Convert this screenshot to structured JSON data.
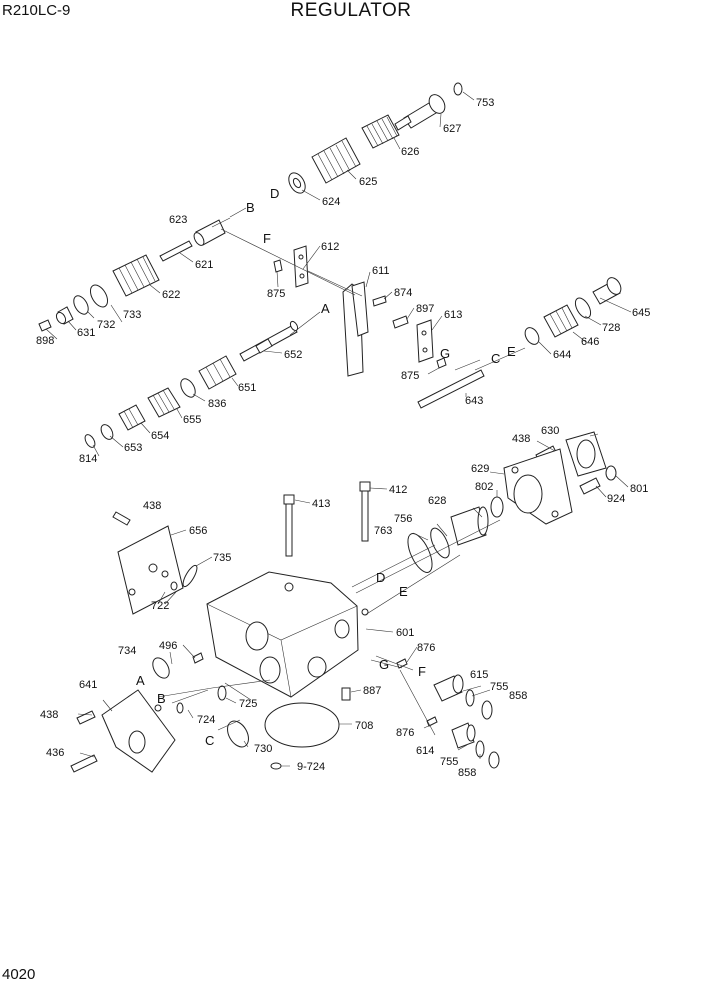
{
  "header": {
    "model": "R210LC-9",
    "title": "REGULATOR"
  },
  "footer": {
    "page_number": "4020"
  },
  "callouts": [
    "753",
    "627",
    "626",
    "625",
    "624",
    "623",
    "621",
    "622",
    "733",
    "732",
    "631",
    "898",
    "612",
    "875",
    "611",
    "874",
    "897",
    "613",
    "652",
    "651",
    "836",
    "655",
    "654",
    "653",
    "814",
    "643",
    "645",
    "728",
    "646",
    "644",
    "630",
    "438",
    "629",
    "801",
    "924",
    "413",
    "412",
    "802",
    "628",
    "756",
    "763",
    "656",
    "735",
    "722",
    "601",
    "876",
    "615",
    "755",
    "858",
    "887",
    "734",
    "496",
    "641",
    "724",
    "725",
    "708",
    "730",
    "9-724",
    "614",
    "436"
  ],
  "letters": [
    "A",
    "B",
    "C",
    "D",
    "E",
    "F",
    "G"
  ]
}
